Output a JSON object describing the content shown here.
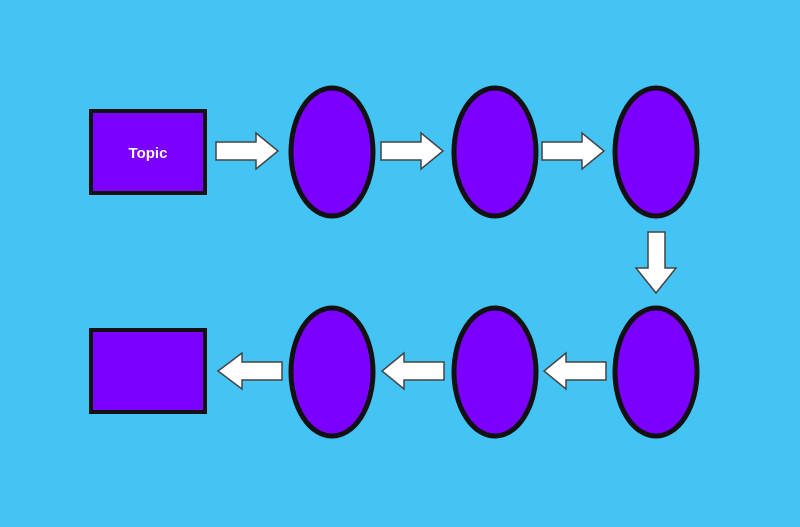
{
  "colors": {
    "background": "#44c4f4",
    "shape_fill": "#7b00ff",
    "shape_outline": "#111111",
    "arrow_fill": "#ffffff",
    "arrow_outline": "#444444",
    "label_text": "#ffffff"
  },
  "topic_box": {
    "label": "Topic"
  },
  "end_box": {
    "label": ""
  },
  "flow": {
    "top_row_ovals": 3,
    "bottom_row_ovals": 3,
    "arrows": [
      "right",
      "right",
      "right",
      "down",
      "left",
      "left",
      "left"
    ]
  }
}
